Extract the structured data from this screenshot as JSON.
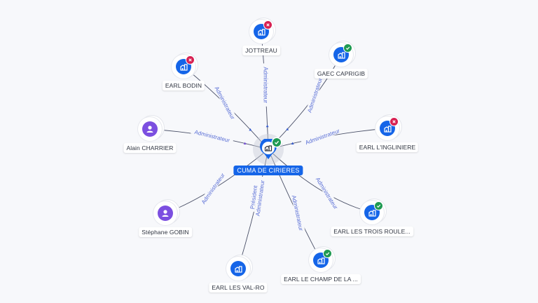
{
  "colors": {
    "company": "#1565e8",
    "person": "#7c4fe0",
    "active_badge": "#1f9a52",
    "inactive_badge": "#d72052",
    "edge_label": "#5a6fd6",
    "background": "#f7f8fb"
  },
  "center": {
    "name": "CUMA DE CIRIERES",
    "type": "company",
    "icon": "building-icon",
    "status": "active",
    "status_icon": "check-icon"
  },
  "nodes": [
    {
      "id": "jottreau",
      "name": "JOTTREAU",
      "type": "company",
      "icon": "building-icon",
      "status": "inactive",
      "status_icon": "close-icon",
      "relation": "Administrateur"
    },
    {
      "id": "gaec-caprigib",
      "name": "GAEC CAPRIGIB",
      "type": "company",
      "icon": "building-icon",
      "status": "active",
      "status_icon": "check-icon",
      "relation": "Administrateur"
    },
    {
      "id": "earl-bodin",
      "name": "EARL BODIN",
      "type": "company",
      "icon": "building-icon",
      "status": "inactive",
      "status_icon": "close-icon",
      "relation": "Administrateur"
    },
    {
      "id": "alain-charrier",
      "name": "Alain CHARRIER",
      "type": "person",
      "icon": "person-icon",
      "status": null,
      "relation": "Administrateur"
    },
    {
      "id": "earl-lingliniere",
      "name": "EARL L'INGLINIERE",
      "type": "company",
      "icon": "building-icon",
      "status": "inactive",
      "status_icon": "close-icon",
      "relation": "Administrateur"
    },
    {
      "id": "stephane-gobin",
      "name": "Stéphane GOBIN",
      "type": "person",
      "icon": "person-icon",
      "status": null,
      "relation": "Administrateur"
    },
    {
      "id": "earl-les-trois-roule",
      "name": "EARL LES TROIS ROULE...",
      "type": "company",
      "icon": "building-icon",
      "status": "active",
      "status_icon": "check-icon",
      "relation": "Administrateur"
    },
    {
      "id": "earl-les-val-ro",
      "name": "EARL LES VAL-RO",
      "type": "company",
      "icon": "building-icon",
      "status": null,
      "relation": "Président\nAdministrateur",
      "relation_lines": [
        "Président",
        "Administrateur"
      ]
    },
    {
      "id": "earl-le-champ-de-la",
      "name": "EARL LE CHAMP DE LA ...",
      "type": "company",
      "icon": "building-icon",
      "status": "active",
      "status_icon": "check-icon",
      "relation": "Administrateur"
    }
  ]
}
